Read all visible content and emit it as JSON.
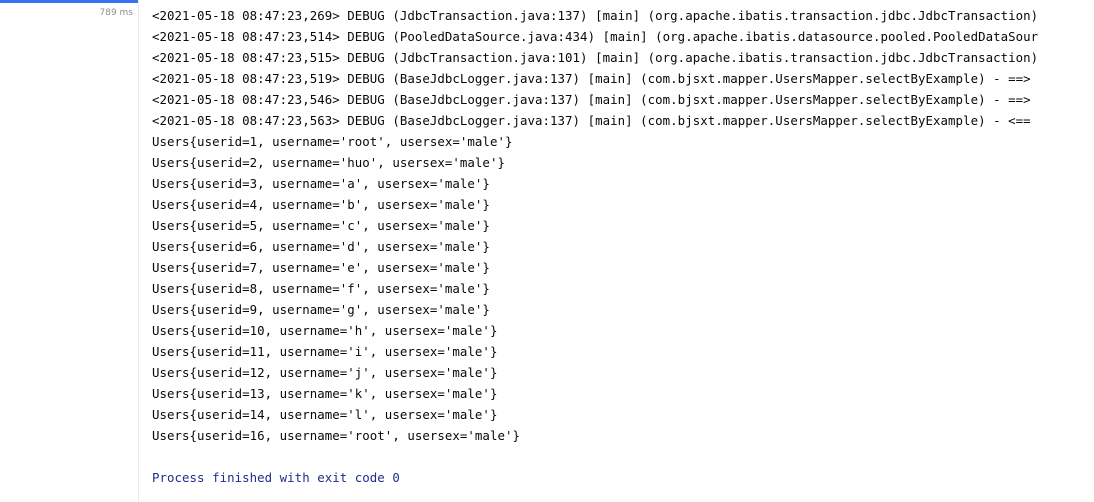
{
  "run": {
    "duration": "789 ms"
  },
  "console": {
    "debug_lines": [
      "<2021-05-18 08:47:23,269> DEBUG (JdbcTransaction.java:137) [main] (org.apache.ibatis.transaction.jdbc.JdbcTransaction)",
      "<2021-05-18 08:47:23,514> DEBUG (PooledDataSource.java:434) [main] (org.apache.ibatis.datasource.pooled.PooledDataSour",
      "<2021-05-18 08:47:23,515> DEBUG (JdbcTransaction.java:101) [main] (org.apache.ibatis.transaction.jdbc.JdbcTransaction)",
      "<2021-05-18 08:47:23,519> DEBUG (BaseJdbcLogger.java:137) [main] (com.bjsxt.mapper.UsersMapper.selectByExample) - ==>",
      "<2021-05-18 08:47:23,546> DEBUG (BaseJdbcLogger.java:137) [main] (com.bjsxt.mapper.UsersMapper.selectByExample) - ==>",
      "<2021-05-18 08:47:23,563> DEBUG (BaseJdbcLogger.java:137) [main] (com.bjsxt.mapper.UsersMapper.selectByExample) - <=="
    ],
    "user_lines": [
      "Users{userid=1, username='root', usersex='male'}",
      "Users{userid=2, username='huo', usersex='male'}",
      "Users{userid=3, username='a', usersex='male'}",
      "Users{userid=4, username='b', usersex='male'}",
      "Users{userid=5, username='c', usersex='male'}",
      "Users{userid=6, username='d', usersex='male'}",
      "Users{userid=7, username='e', usersex='male'}",
      "Users{userid=8, username='f', usersex='male'}",
      "Users{userid=9, username='g', usersex='male'}",
      "Users{userid=10, username='h', usersex='male'}",
      "Users{userid=11, username='i', usersex='male'}",
      "Users{userid=12, username='j', usersex='male'}",
      "Users{userid=13, username='k', usersex='male'}",
      "Users{userid=14, username='l', usersex='male'}",
      "Users{userid=16, username='root', usersex='male'}"
    ],
    "exit_message": "Process finished with exit code 0",
    "colors": {
      "text": "#080808",
      "exit_text": "#1f2d8f",
      "accent": "#3574f0",
      "duration_text": "#8c8c8c"
    }
  }
}
